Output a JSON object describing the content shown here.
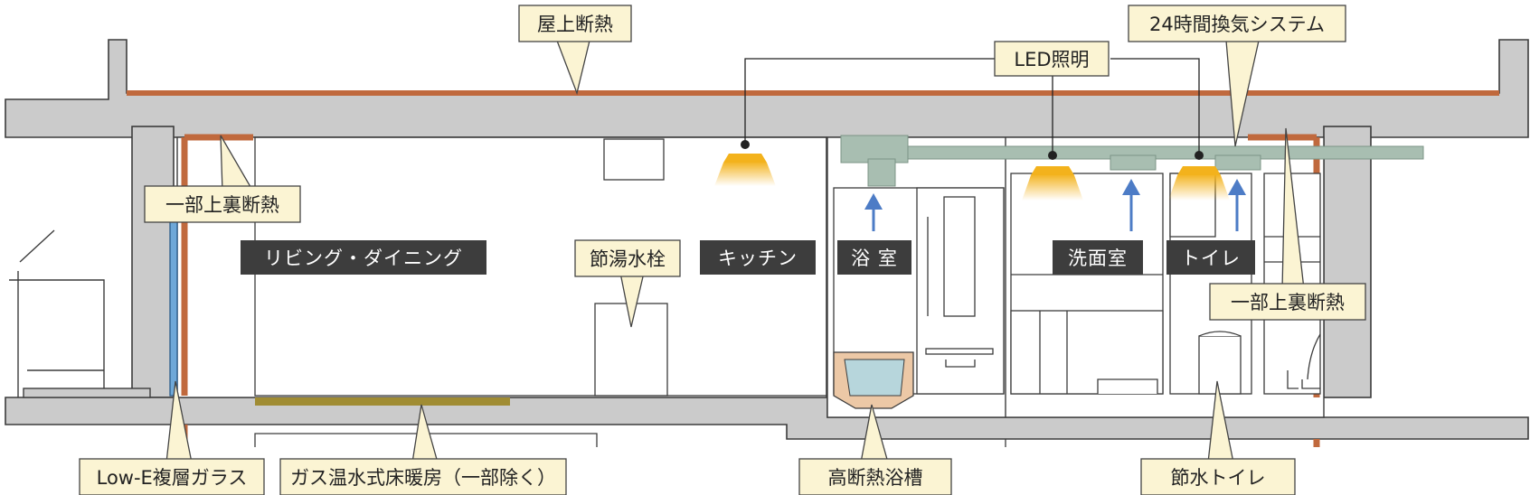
{
  "callouts": {
    "roof_insulation": "屋上断熱",
    "led_lighting": "LED照明",
    "ventilation_24h": "24時間換気システム",
    "partial_ceiling_insulation_left": "一部上裏断熱",
    "partial_ceiling_insulation_right": "一部上裏断熱",
    "water_saving_faucet": "節湯水栓",
    "low_e_glass": "Low-E複層ガラス",
    "floor_heating": "ガス温水式床暖房（一部除く）",
    "insulated_bathtub": "高断熱浴槽",
    "water_saving_toilet": "節水トイレ"
  },
  "rooms": {
    "living_dining": "リビング・ダイニング",
    "kitchen": "キッチン",
    "bathroom": "浴 室",
    "washroom": "洗面室",
    "toilet": "トイレ"
  },
  "colors": {
    "structure": "#cbcbcb",
    "outline": "#3c3c3c",
    "insulation": "#c0693d",
    "callout_fill": "#fbf4d3",
    "room_label_bg": "#3d3d3d",
    "duct": "#a8beb1",
    "airflow_arrow": "#4d7cc6",
    "floor_heating": "#a08c33",
    "light_glow": "#f3b21c",
    "glass": "#6fa8d8",
    "bathtub_body": "#ecc8a6",
    "bathtub_water": "#b7d6dc"
  }
}
